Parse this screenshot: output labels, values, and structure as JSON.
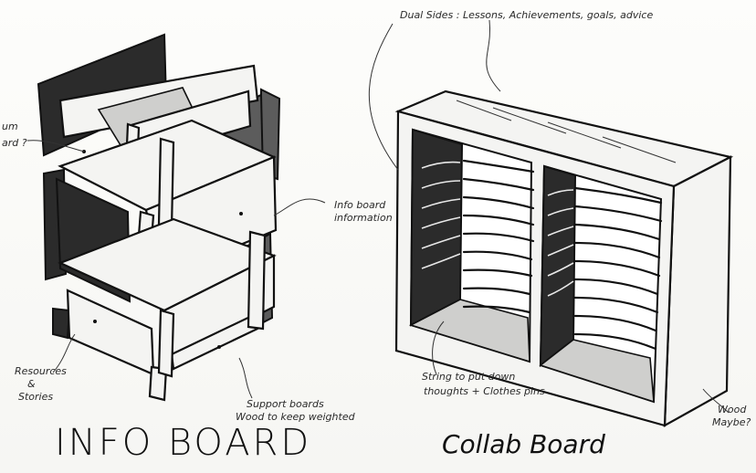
{
  "labels": {
    "info_board_title": "INFO BOARD",
    "collab_board_title": "Collab Board",
    "dual_sides_note": "Dual Sides : Lessons, Achievements, goals, advice",
    "info_board_info_note_line1": "Info board",
    "info_board_info_note_line2": "information",
    "resources_note_line1": "Resources",
    "resources_note_line2": "&",
    "resources_note_line3": "Stories",
    "support_note_line1": "Support boards",
    "support_note_line2": "Wood to keep weighted",
    "string_note_line1": "String to put down",
    "string_note_line2": "thoughts + Clothes pins",
    "wood_note_line1": "Wood",
    "wood_note_line2": "Maybe?",
    "cut_note_line1": "um",
    "cut_note_line2": "ard ?"
  }
}
